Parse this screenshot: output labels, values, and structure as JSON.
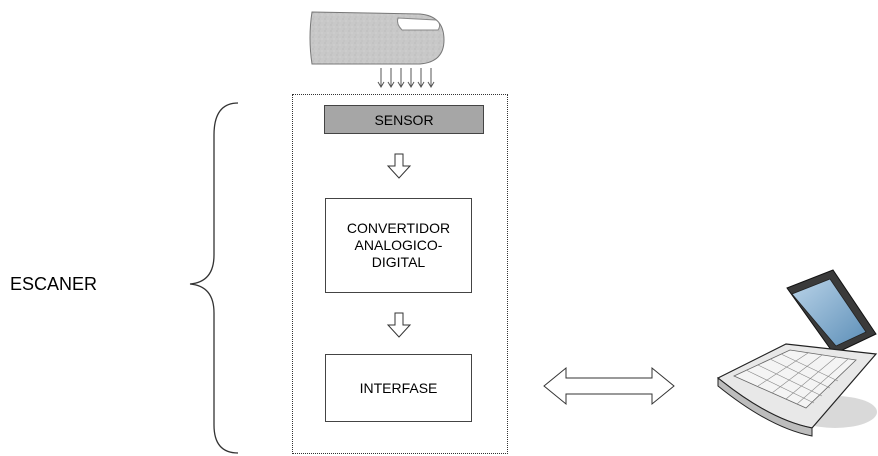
{
  "diagram": {
    "group_label": "ESCANER",
    "blocks": {
      "sensor": "SENSOR",
      "converter": [
        "CONVERTIDOR",
        "ANALOGICO-",
        "DIGITAL"
      ],
      "interface": "INTERFASE"
    },
    "icons": [
      "finger-icon",
      "light-rays-icon",
      "down-arrow-icon",
      "bidirectional-arrow-icon",
      "laptop-icon",
      "curly-brace-icon"
    ],
    "colors": {
      "sensor_fill": "#a6a6a6",
      "finger_fill": "#c8c8c8",
      "laptop_body": "#e6e6e6",
      "screen": "#7fa9cc"
    }
  }
}
